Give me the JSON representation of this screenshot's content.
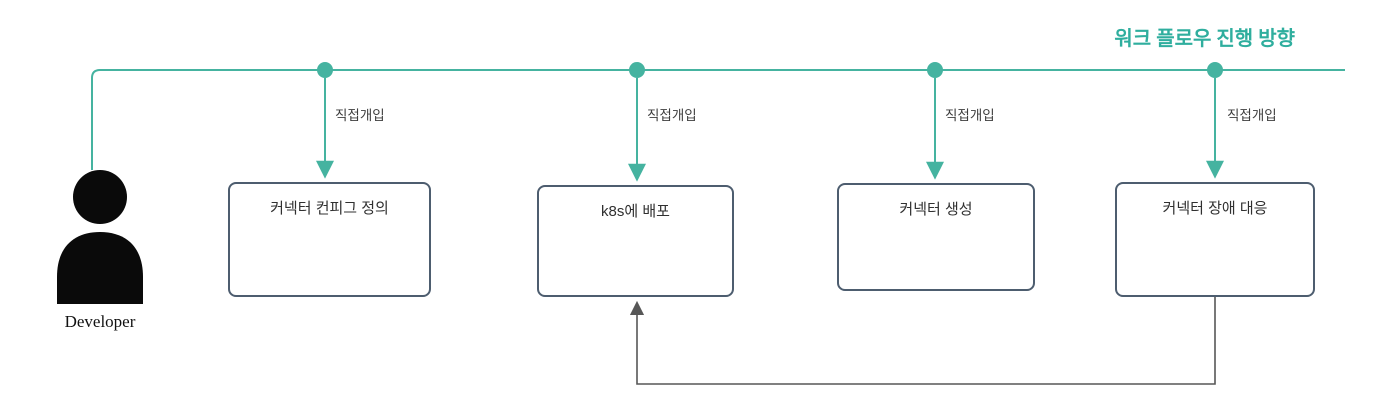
{
  "diagram": {
    "title": "워크 플로우 진행 방향",
    "actor": {
      "label": "Developer"
    },
    "steps": [
      {
        "label": "커넥터 컨피그 정의",
        "intervention_label": "직접개입"
      },
      {
        "label": "k8s에 배포",
        "intervention_label": "직접개입"
      },
      {
        "label": "커넥터 생성",
        "intervention_label": "직접개입"
      },
      {
        "label": "커넥터 장애 대응",
        "intervention_label": "직접개입"
      }
    ],
    "feedback_edge": {
      "from": "커넥터 장애 대응",
      "to": "k8s에 배포"
    },
    "colors": {
      "workflow_line": "#45B3A0",
      "box_border": "#4D5D6F",
      "feedback_arrow": "#575757",
      "title_text": "#2FAE9E",
      "body_text": "#303030"
    }
  }
}
